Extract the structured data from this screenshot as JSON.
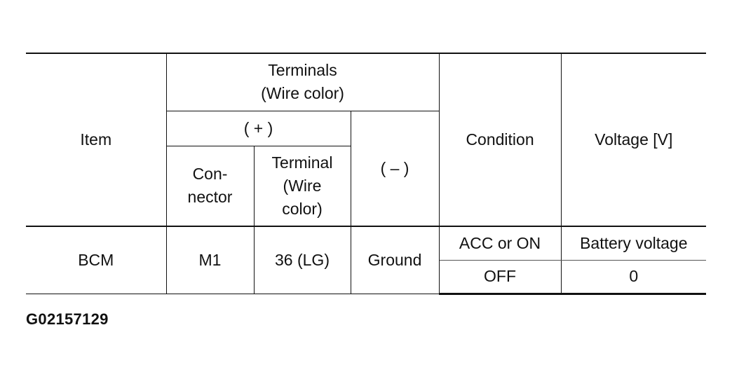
{
  "table": {
    "header": {
      "item": "Item",
      "terminals_line1": "Terminals",
      "terminals_line2": "(Wire color)",
      "plus": "( + )",
      "minus": "( – )",
      "connector_line1": "Con-",
      "connector_line2": "nector",
      "terminal_line1": "Terminal",
      "terminal_line2": "(Wire",
      "terminal_line3": "color)",
      "condition": "Condition",
      "voltage": "Voltage [V]"
    },
    "row": {
      "item": "BCM",
      "connector": "M1",
      "terminal": "36 (LG)",
      "minus": "Ground",
      "conditions": [
        {
          "condition": "ACC or ON",
          "voltage": "Battery voltage"
        },
        {
          "condition": "OFF",
          "voltage": "0"
        }
      ]
    }
  },
  "figure_id": "G02157129"
}
